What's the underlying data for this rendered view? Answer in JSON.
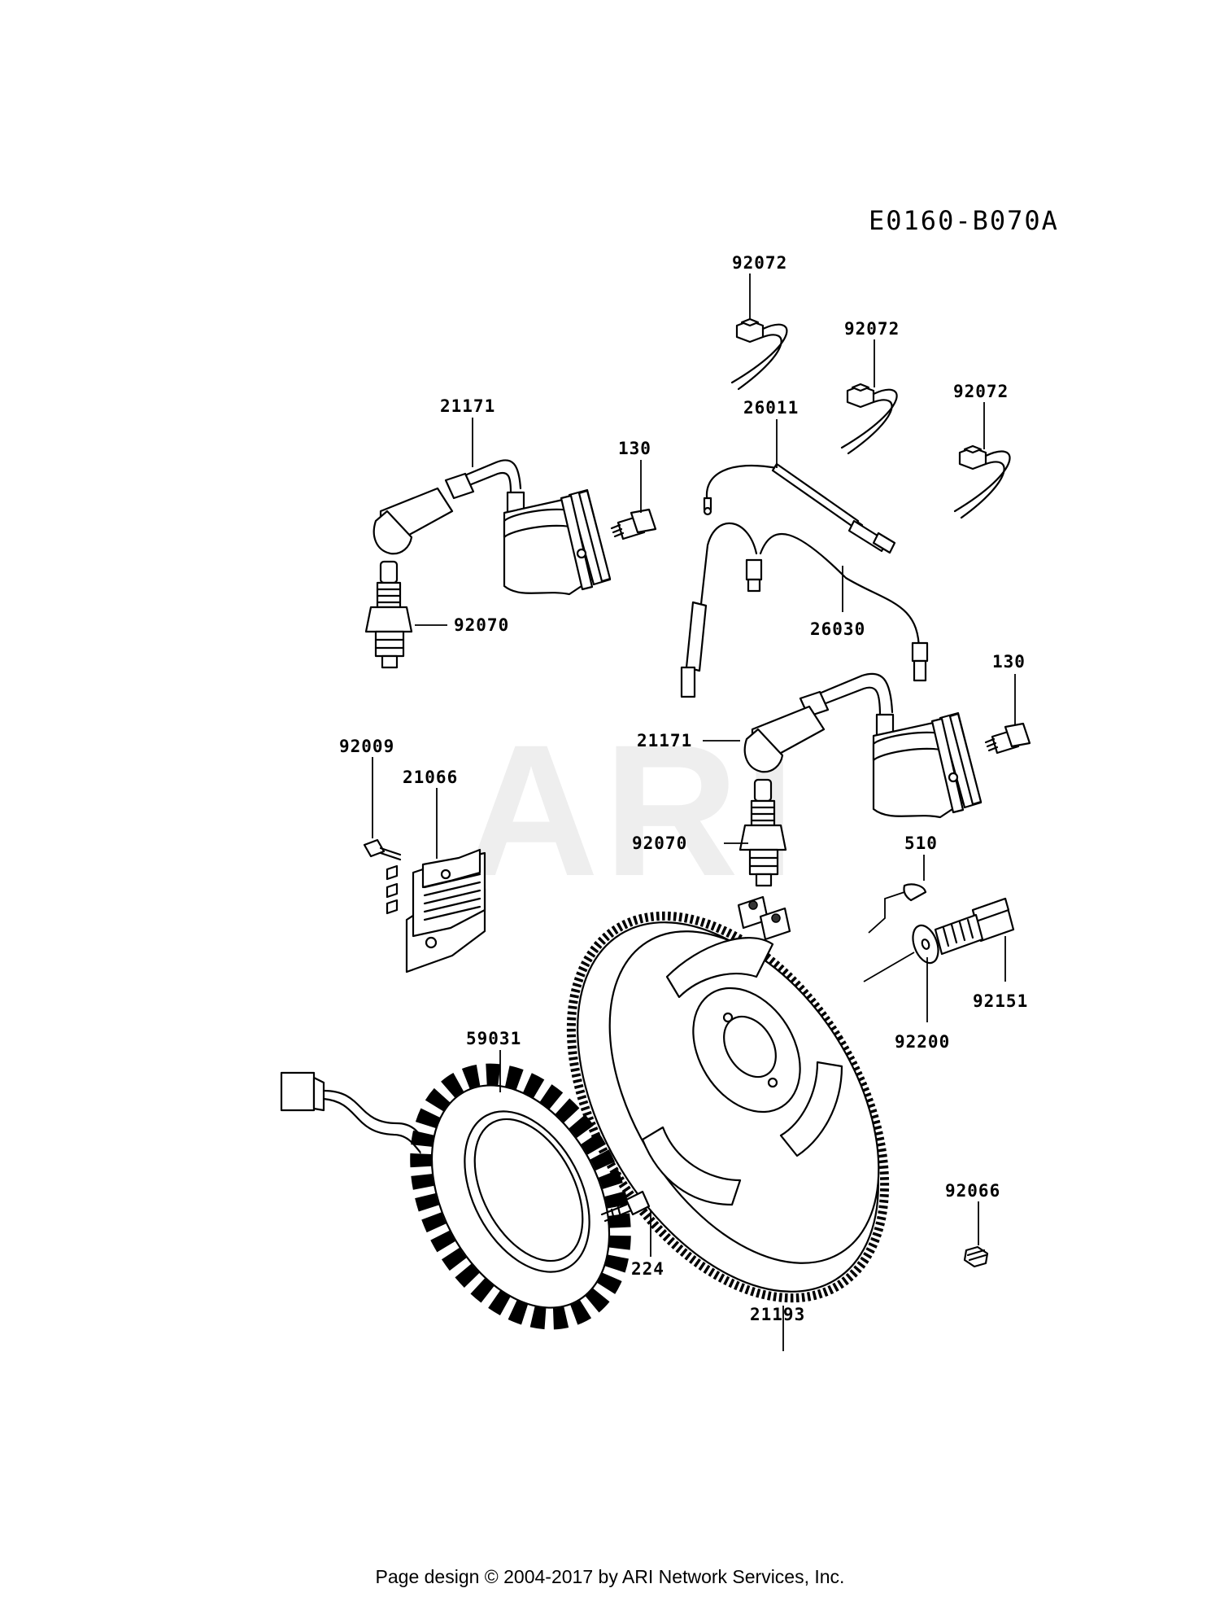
{
  "diagram": {
    "code": "E0160-B070A",
    "watermark": "ARI",
    "footer": "Page design © 2004-2017 by ARI Network Services, Inc.",
    "labels": {
      "strap_top": "92072",
      "strap_mid": "92072",
      "strap_right": "92072",
      "coil_left": "21171",
      "bolt_left": "130",
      "harness_main": "26011",
      "harness_sub": "26030",
      "plug_left": "92070",
      "bolt_right": "130",
      "coil_right": "21171",
      "screw_regulator": "92009",
      "regulator": "21066",
      "plug_right": "92070",
      "key": "510",
      "flywheel_bolt": "92151",
      "washer": "92200",
      "stator": "59031",
      "nut": "92066",
      "stator_bolt": "224",
      "flywheel": "21193"
    }
  }
}
